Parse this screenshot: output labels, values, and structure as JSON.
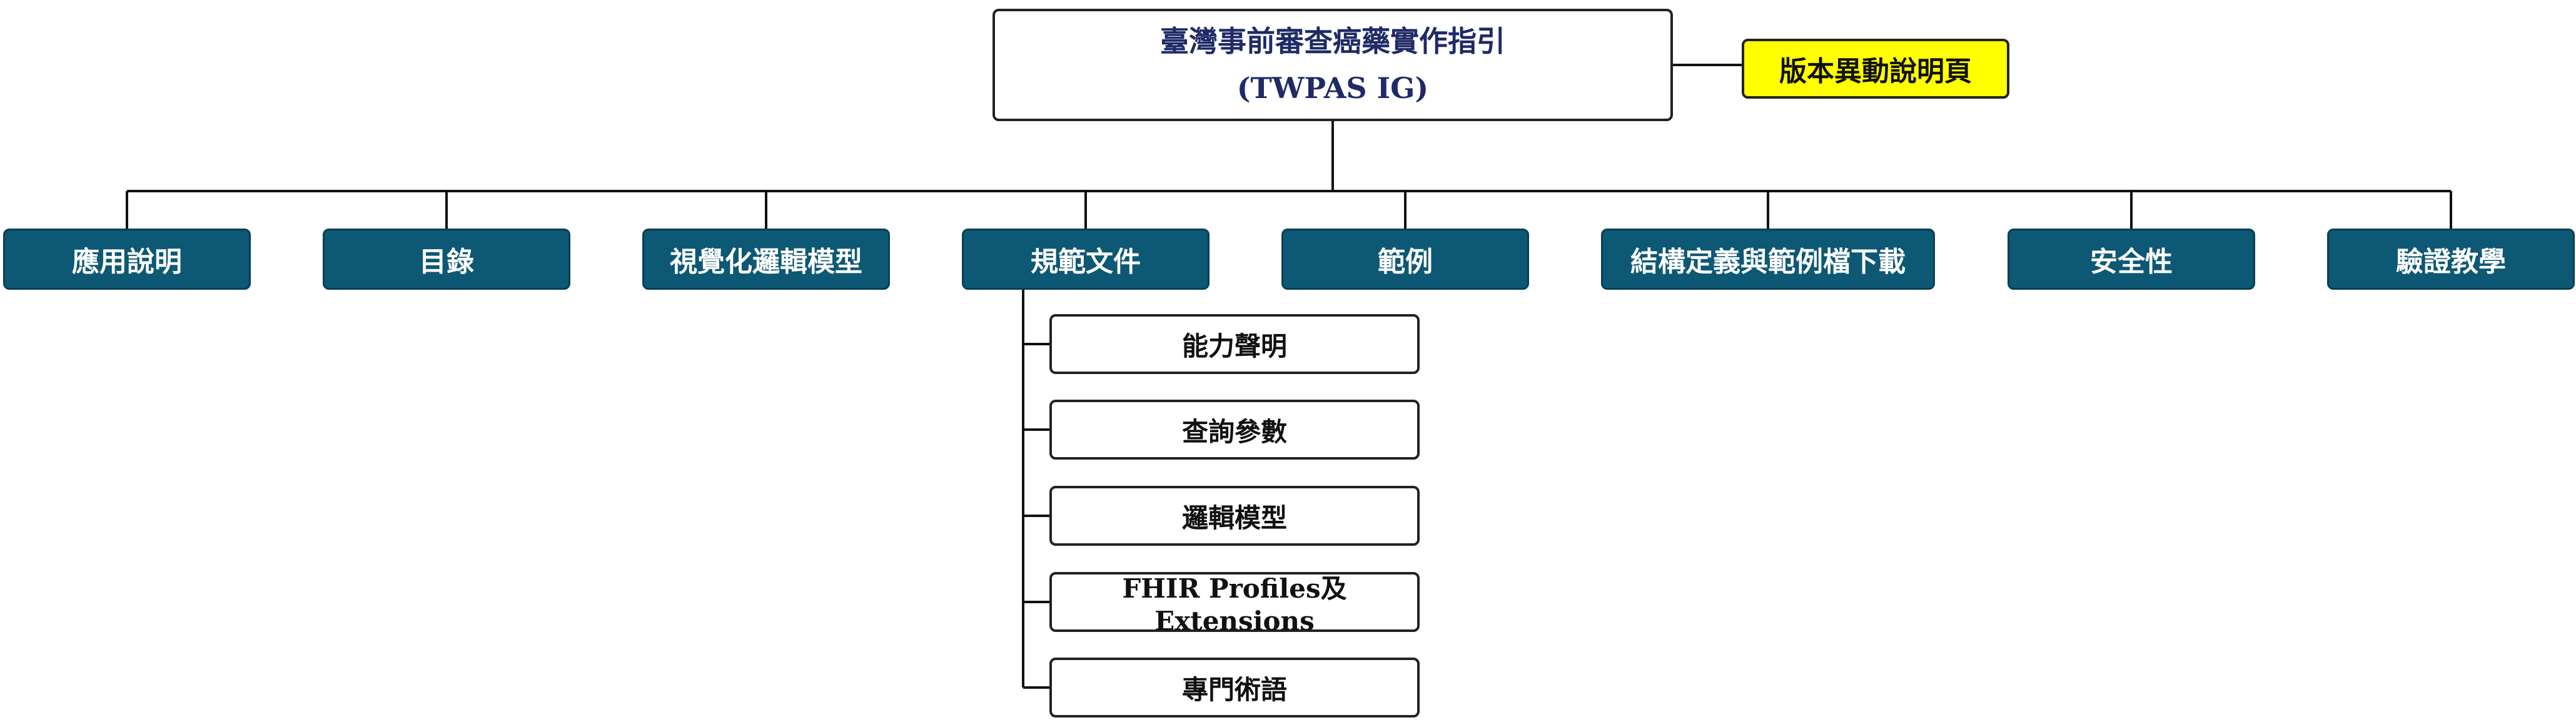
{
  "root": {
    "title": "臺灣事前審查癌藥實作指引",
    "subtitle": "(TWPAS IG)"
  },
  "version_note": {
    "label": "版本異動說明頁",
    "color": "#ffff00"
  },
  "nav_items": [
    {
      "label": "應用說明"
    },
    {
      "label": "目錄"
    },
    {
      "label": "視覺化邏輯模型"
    },
    {
      "label": "規範文件"
    },
    {
      "label": "範例"
    },
    {
      "label": "結構定義與範例檔下載"
    },
    {
      "label": "安全性"
    },
    {
      "label": "驗證教學"
    }
  ],
  "spec_children": [
    {
      "label": "能力聲明"
    },
    {
      "label": "查詢參數"
    },
    {
      "label": "邏輯模型"
    },
    {
      "label": "FHIR Profiles及Extensions"
    },
    {
      "label": "專門術語"
    }
  ],
  "colors": {
    "nav_fill": "#0d5874",
    "root_text": "#1f2a66",
    "version_fill": "#ffff00"
  }
}
